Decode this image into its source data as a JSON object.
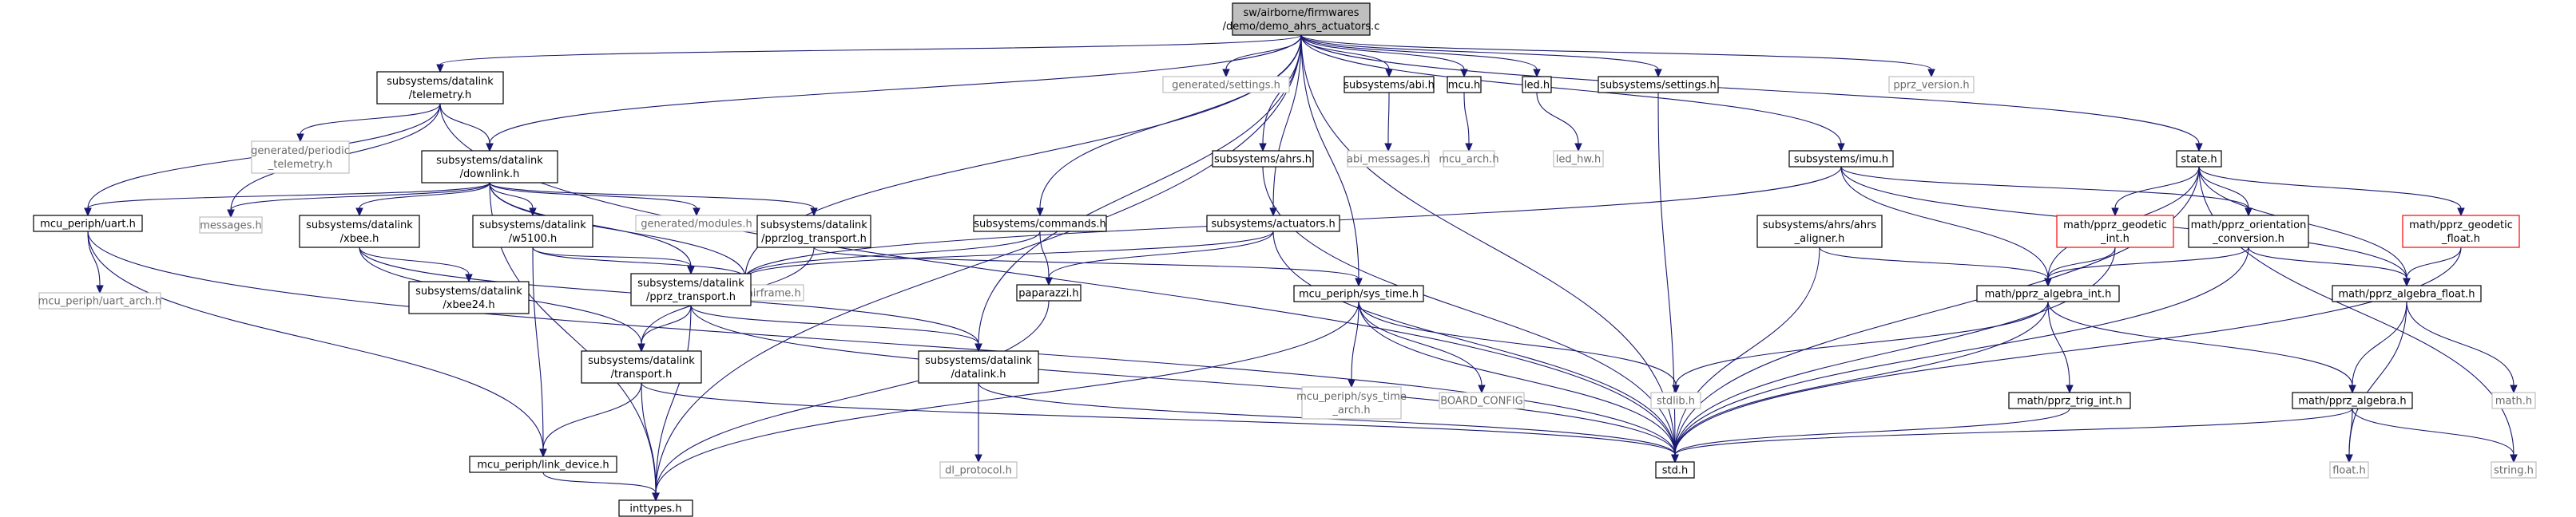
{
  "colors": {
    "edge": "#191970",
    "root_fill": "#bfbfbf",
    "normal_border": "#000000",
    "external_border": "#bfbfbf",
    "warning_border": "#ff0000"
  },
  "nodes": [
    {
      "id": "root",
      "kind": "root",
      "lines": [
        "sw/airborne/firmwares",
        "/demo/demo_ahrs_actuators.c"
      ]
    },
    {
      "id": "telemetry",
      "kind": "normal",
      "lines": [
        "subsystems/datalink",
        "/telemetry.h"
      ]
    },
    {
      "id": "gen_settings",
      "kind": "external",
      "lines": [
        "generated/settings.h"
      ]
    },
    {
      "id": "abi",
      "kind": "normal",
      "lines": [
        "subsystems/abi.h"
      ]
    },
    {
      "id": "mcu",
      "kind": "normal",
      "lines": [
        "mcu.h"
      ]
    },
    {
      "id": "led",
      "kind": "normal",
      "lines": [
        "led.h"
      ]
    },
    {
      "id": "settings",
      "kind": "normal",
      "lines": [
        "subsystems/settings.h"
      ]
    },
    {
      "id": "pprz_version",
      "kind": "external",
      "lines": [
        "pprz_version.h"
      ]
    },
    {
      "id": "gen_periodic",
      "kind": "external",
      "lines": [
        "generated/periodic",
        "_telemetry.h"
      ]
    },
    {
      "id": "downlink",
      "kind": "normal",
      "lines": [
        "subsystems/datalink",
        "/downlink.h"
      ]
    },
    {
      "id": "ahrs",
      "kind": "normal",
      "lines": [
        "subsystems/ahrs.h"
      ]
    },
    {
      "id": "abi_messages",
      "kind": "external",
      "lines": [
        "abi_messages.h"
      ]
    },
    {
      "id": "mcu_arch",
      "kind": "external",
      "lines": [
        "mcu_arch.h"
      ]
    },
    {
      "id": "led_hw",
      "kind": "external",
      "lines": [
        "led_hw.h"
      ]
    },
    {
      "id": "imu",
      "kind": "normal",
      "lines": [
        "subsystems/imu.h"
      ]
    },
    {
      "id": "state",
      "kind": "normal",
      "lines": [
        "state.h"
      ]
    },
    {
      "id": "uart",
      "kind": "normal",
      "lines": [
        "mcu_periph/uart.h"
      ]
    },
    {
      "id": "messages",
      "kind": "external",
      "lines": [
        "messages.h"
      ]
    },
    {
      "id": "xbee",
      "kind": "normal",
      "lines": [
        "subsystems/datalink",
        "/xbee.h"
      ]
    },
    {
      "id": "w5100",
      "kind": "normal",
      "lines": [
        "subsystems/datalink",
        "/w5100.h"
      ]
    },
    {
      "id": "gen_modules",
      "kind": "external",
      "lines": [
        "generated/modules.h"
      ]
    },
    {
      "id": "pprzlog",
      "kind": "normal",
      "lines": [
        "subsystems/datalink",
        "/pprzlog_transport.h"
      ]
    },
    {
      "id": "commands",
      "kind": "normal",
      "lines": [
        "subsystems/commands.h"
      ]
    },
    {
      "id": "actuators",
      "kind": "normal",
      "lines": [
        "subsystems/actuators.h"
      ]
    },
    {
      "id": "ahrs_aligner",
      "kind": "normal",
      "lines": [
        "subsystems/ahrs/ahrs",
        "_aligner.h"
      ]
    },
    {
      "id": "geodetic_int",
      "kind": "warning",
      "lines": [
        "math/pprz_geodetic",
        "_int.h"
      ]
    },
    {
      "id": "orientation",
      "kind": "normal",
      "lines": [
        "math/pprz_orientation",
        "_conversion.h"
      ]
    },
    {
      "id": "geodetic_float",
      "kind": "warning",
      "lines": [
        "math/pprz_geodetic",
        "_float.h"
      ]
    },
    {
      "id": "uart_arch",
      "kind": "external",
      "lines": [
        "mcu_periph/uart_arch.h"
      ]
    },
    {
      "id": "xbee24",
      "kind": "normal",
      "lines": [
        "subsystems/datalink",
        "/xbee24.h"
      ]
    },
    {
      "id": "gen_airframe",
      "kind": "external",
      "lines": [
        "generated/airframe.h"
      ]
    },
    {
      "id": "pprz_transport",
      "kind": "normal",
      "lines": [
        "subsystems/datalink",
        "/pprz_transport.h"
      ]
    },
    {
      "id": "paparazzi",
      "kind": "normal",
      "lines": [
        "paparazzi.h"
      ]
    },
    {
      "id": "sys_time",
      "kind": "normal",
      "lines": [
        "mcu_periph/sys_time.h"
      ]
    },
    {
      "id": "algebra_int",
      "kind": "normal",
      "lines": [
        "math/pprz_algebra_int.h"
      ]
    },
    {
      "id": "algebra_float",
      "kind": "normal",
      "lines": [
        "math/pprz_algebra_float.h"
      ]
    },
    {
      "id": "transport",
      "kind": "normal",
      "lines": [
        "subsystems/datalink",
        "/transport.h"
      ]
    },
    {
      "id": "datalink",
      "kind": "normal",
      "lines": [
        "subsystems/datalink",
        "/datalink.h"
      ]
    },
    {
      "id": "sys_time_arch",
      "kind": "external",
      "lines": [
        "mcu_periph/sys_time",
        "_arch.h"
      ]
    },
    {
      "id": "board_config",
      "kind": "external",
      "lines": [
        "BOARD_CONFIG"
      ]
    },
    {
      "id": "stdlib",
      "kind": "external",
      "lines": [
        "stdlib.h"
      ]
    },
    {
      "id": "trig_int",
      "kind": "normal",
      "lines": [
        "math/pprz_trig_int.h"
      ]
    },
    {
      "id": "algebra",
      "kind": "normal",
      "lines": [
        "math/pprz_algebra.h"
      ]
    },
    {
      "id": "math_h",
      "kind": "external",
      "lines": [
        "math.h"
      ]
    },
    {
      "id": "link_device",
      "kind": "normal",
      "lines": [
        "mcu_periph/link_device.h"
      ]
    },
    {
      "id": "dl_protocol",
      "kind": "external",
      "lines": [
        "dl_protocol.h"
      ]
    },
    {
      "id": "std",
      "kind": "normal",
      "lines": [
        "std.h"
      ]
    },
    {
      "id": "float_h",
      "kind": "external",
      "lines": [
        "float.h"
      ]
    },
    {
      "id": "string_h",
      "kind": "external",
      "lines": [
        "string.h"
      ]
    },
    {
      "id": "inttypes",
      "kind": "normal",
      "lines": [
        "inttypes.h"
      ]
    }
  ],
  "edges": [
    [
      "root",
      "telemetry"
    ],
    [
      "root",
      "gen_settings"
    ],
    [
      "root",
      "abi"
    ],
    [
      "root",
      "mcu"
    ],
    [
      "root",
      "led"
    ],
    [
      "root",
      "settings"
    ],
    [
      "root",
      "pprz_version"
    ],
    [
      "root",
      "downlink"
    ],
    [
      "root",
      "ahrs"
    ],
    [
      "root",
      "imu"
    ],
    [
      "root",
      "state"
    ],
    [
      "root",
      "commands"
    ],
    [
      "root",
      "actuators"
    ],
    [
      "root",
      "gen_airframe"
    ],
    [
      "root",
      "sys_time"
    ],
    [
      "root",
      "datalink"
    ],
    [
      "root",
      "std"
    ],
    [
      "root",
      "inttypes"
    ],
    [
      "telemetry",
      "gen_periodic"
    ],
    [
      "telemetry",
      "downlink"
    ],
    [
      "telemetry",
      "uart"
    ],
    [
      "telemetry",
      "messages"
    ],
    [
      "telemetry",
      "std"
    ],
    [
      "abi",
      "abi_messages"
    ],
    [
      "mcu",
      "mcu_arch"
    ],
    [
      "led",
      "led_hw"
    ],
    [
      "settings",
      "std"
    ],
    [
      "downlink",
      "uart"
    ],
    [
      "downlink",
      "messages"
    ],
    [
      "downlink",
      "xbee"
    ],
    [
      "downlink",
      "w5100"
    ],
    [
      "downlink",
      "gen_modules"
    ],
    [
      "downlink",
      "pprzlog"
    ],
    [
      "downlink",
      "gen_airframe"
    ],
    [
      "downlink",
      "pprz_transport"
    ],
    [
      "downlink",
      "inttypes"
    ],
    [
      "ahrs",
      "std"
    ],
    [
      "imu",
      "gen_airframe"
    ],
    [
      "imu",
      "algebra_int"
    ],
    [
      "imu",
      "orientation"
    ],
    [
      "imu",
      "algebra_float"
    ],
    [
      "state",
      "geodetic_int"
    ],
    [
      "state",
      "orientation"
    ],
    [
      "state",
      "geodetic_float"
    ],
    [
      "state",
      "algebra_int"
    ],
    [
      "state",
      "algebra_float"
    ],
    [
      "state",
      "std"
    ],
    [
      "state",
      "string_h"
    ],
    [
      "uart",
      "uart_arch"
    ],
    [
      "uart",
      "link_device"
    ],
    [
      "uart",
      "std"
    ],
    [
      "xbee",
      "xbee24"
    ],
    [
      "xbee",
      "transport"
    ],
    [
      "xbee",
      "datalink"
    ],
    [
      "w5100",
      "pprz_transport"
    ],
    [
      "w5100",
      "link_device"
    ],
    [
      "w5100",
      "gen_airframe"
    ],
    [
      "pprzlog",
      "transport"
    ],
    [
      "pprzlog",
      "sys_time"
    ],
    [
      "commands",
      "gen_airframe"
    ],
    [
      "commands",
      "paparazzi"
    ],
    [
      "actuators",
      "gen_airframe"
    ],
    [
      "actuators",
      "paparazzi"
    ],
    [
      "actuators",
      "std"
    ],
    [
      "ahrs_aligner",
      "algebra_int"
    ],
    [
      "ahrs_aligner",
      "std"
    ],
    [
      "geodetic_int",
      "algebra_int"
    ],
    [
      "geodetic_int",
      "std"
    ],
    [
      "orientation",
      "algebra_int"
    ],
    [
      "orientation",
      "algebra_float"
    ],
    [
      "orientation",
      "std"
    ],
    [
      "geodetic_float",
      "algebra_float"
    ],
    [
      "geodetic_float",
      "std"
    ],
    [
      "pprz_transport",
      "transport"
    ],
    [
      "pprz_transport",
      "datalink"
    ],
    [
      "pprz_transport",
      "std"
    ],
    [
      "pprz_transport",
      "inttypes"
    ],
    [
      "paparazzi",
      "inttypes"
    ],
    [
      "sys_time",
      "sys_time_arch"
    ],
    [
      "sys_time",
      "board_config"
    ],
    [
      "sys_time",
      "stdlib"
    ],
    [
      "sys_time",
      "std"
    ],
    [
      "sys_time",
      "inttypes"
    ],
    [
      "algebra_int",
      "stdlib"
    ],
    [
      "algebra_int",
      "trig_int"
    ],
    [
      "algebra_int",
      "algebra"
    ],
    [
      "algebra_int",
      "std"
    ],
    [
      "algebra_float",
      "algebra"
    ],
    [
      "algebra_float",
      "math_h"
    ],
    [
      "algebra_float",
      "float_h"
    ],
    [
      "transport",
      "link_device"
    ],
    [
      "transport",
      "inttypes"
    ],
    [
      "transport",
      "std"
    ],
    [
      "datalink",
      "dl_protocol"
    ],
    [
      "datalink",
      "std"
    ],
    [
      "trig_int",
      "std"
    ],
    [
      "algebra",
      "float_h"
    ],
    [
      "algebra",
      "string_h"
    ],
    [
      "algebra",
      "std"
    ],
    [
      "link_device",
      "inttypes"
    ]
  ]
}
